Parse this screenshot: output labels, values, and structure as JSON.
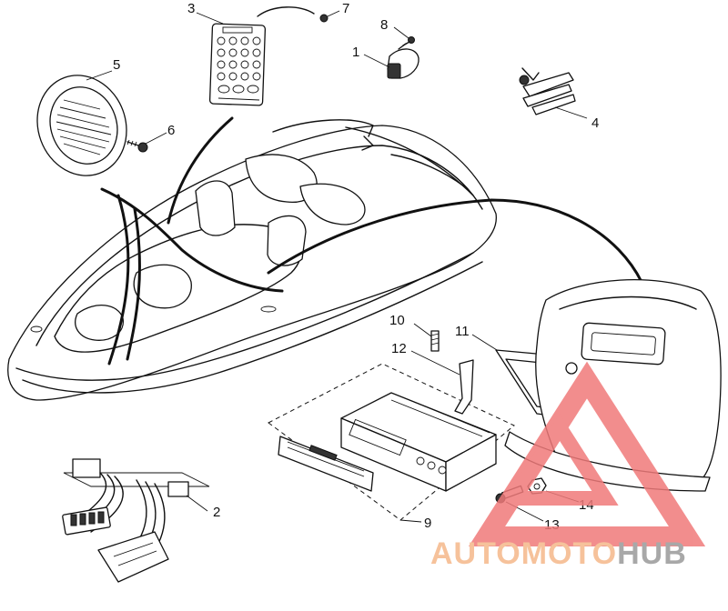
{
  "callouts": [
    {
      "id": "1",
      "label": "1"
    },
    {
      "id": "2",
      "label": "2"
    },
    {
      "id": "3",
      "label": "3"
    },
    {
      "id": "4",
      "label": "4"
    },
    {
      "id": "5",
      "label": "5"
    },
    {
      "id": "6",
      "label": "6"
    },
    {
      "id": "7",
      "label": "7"
    },
    {
      "id": "8",
      "label": "8"
    },
    {
      "id": "9",
      "label": "9"
    },
    {
      "id": "10",
      "label": "10"
    },
    {
      "id": "11",
      "label": "11"
    },
    {
      "id": "12",
      "label": "12"
    },
    {
      "id": "13",
      "label": "13"
    },
    {
      "id": "14",
      "label": "14"
    }
  ],
  "watermark": {
    "part1": "AUTO",
    "part2": "MOTO",
    "part3": "HUB",
    "color_orange": "#f5b88a",
    "color_grey": "#9a9a9a",
    "color_red": "#f07a7a"
  }
}
